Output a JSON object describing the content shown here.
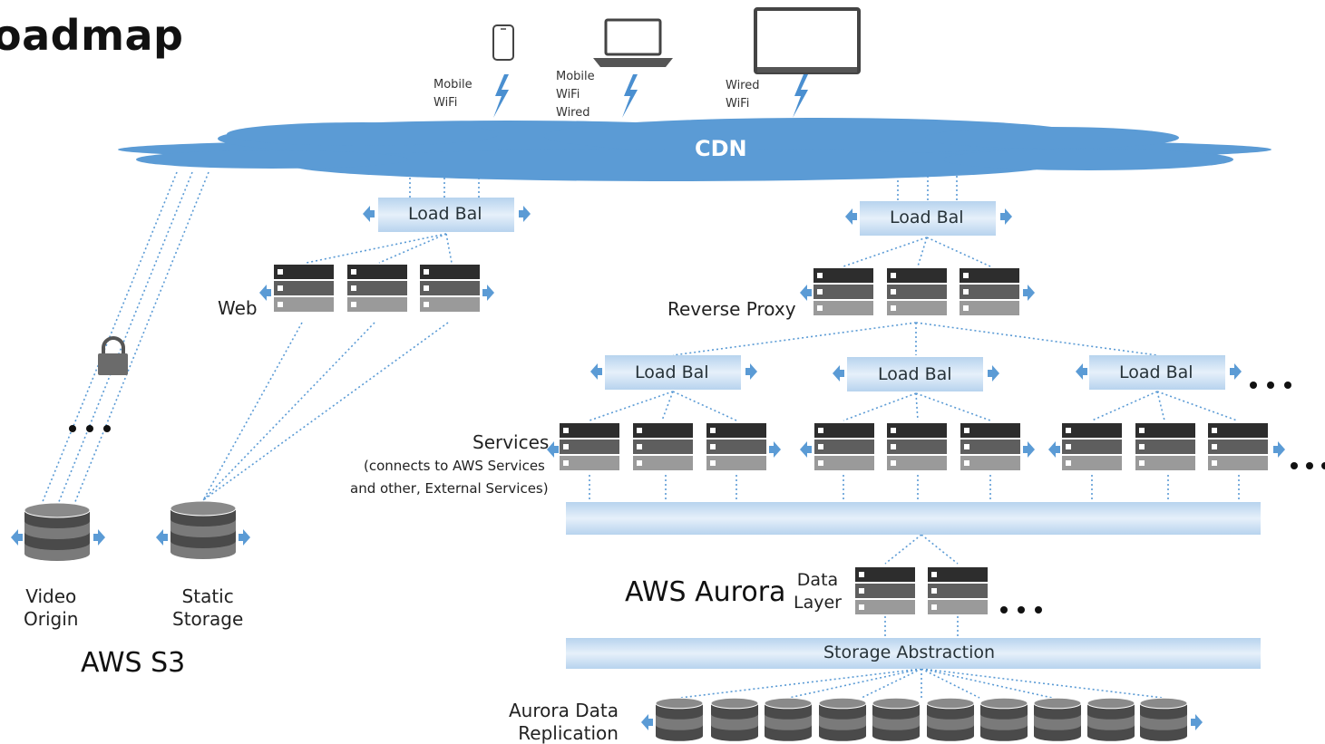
{
  "title": "oadmap",
  "devices": {
    "phone": "Mobile\nWiFi",
    "laptop": "Mobile\nWiFi\nWired",
    "monitor": "Wired\nWiFi"
  },
  "cdn": "CDN",
  "load_balancers": {
    "web": "Load Bal",
    "proxy": "Load Bal",
    "services_1": "Load Bal",
    "services_2": "Load Bal",
    "services_3": "Load Bal"
  },
  "tiers": {
    "web": "Web",
    "reverse_proxy": "Reverse Proxy",
    "services": "Services",
    "services_note_1": "(connects to AWS Services",
    "services_note_2": "and other, External Services)"
  },
  "s3": {
    "video_origin": "Video\nOrigin",
    "static_storage": "Static\nStorage",
    "label": "AWS S3"
  },
  "aurora": {
    "label": "AWS Aurora",
    "data_layer": "Data\nLayer",
    "storage_abstraction": "Storage Abstraction",
    "replication": "Aurora Data\nReplication"
  },
  "ellipsis": "• • •",
  "colors": {
    "cdn": "#5b9bd5",
    "link": "#5b9bd5",
    "loadbal_fill": "#cfe2f3",
    "server_dark": "#2d2d2d",
    "server_mid": "#6b6b6b",
    "server_light": "#a8a8a8"
  }
}
